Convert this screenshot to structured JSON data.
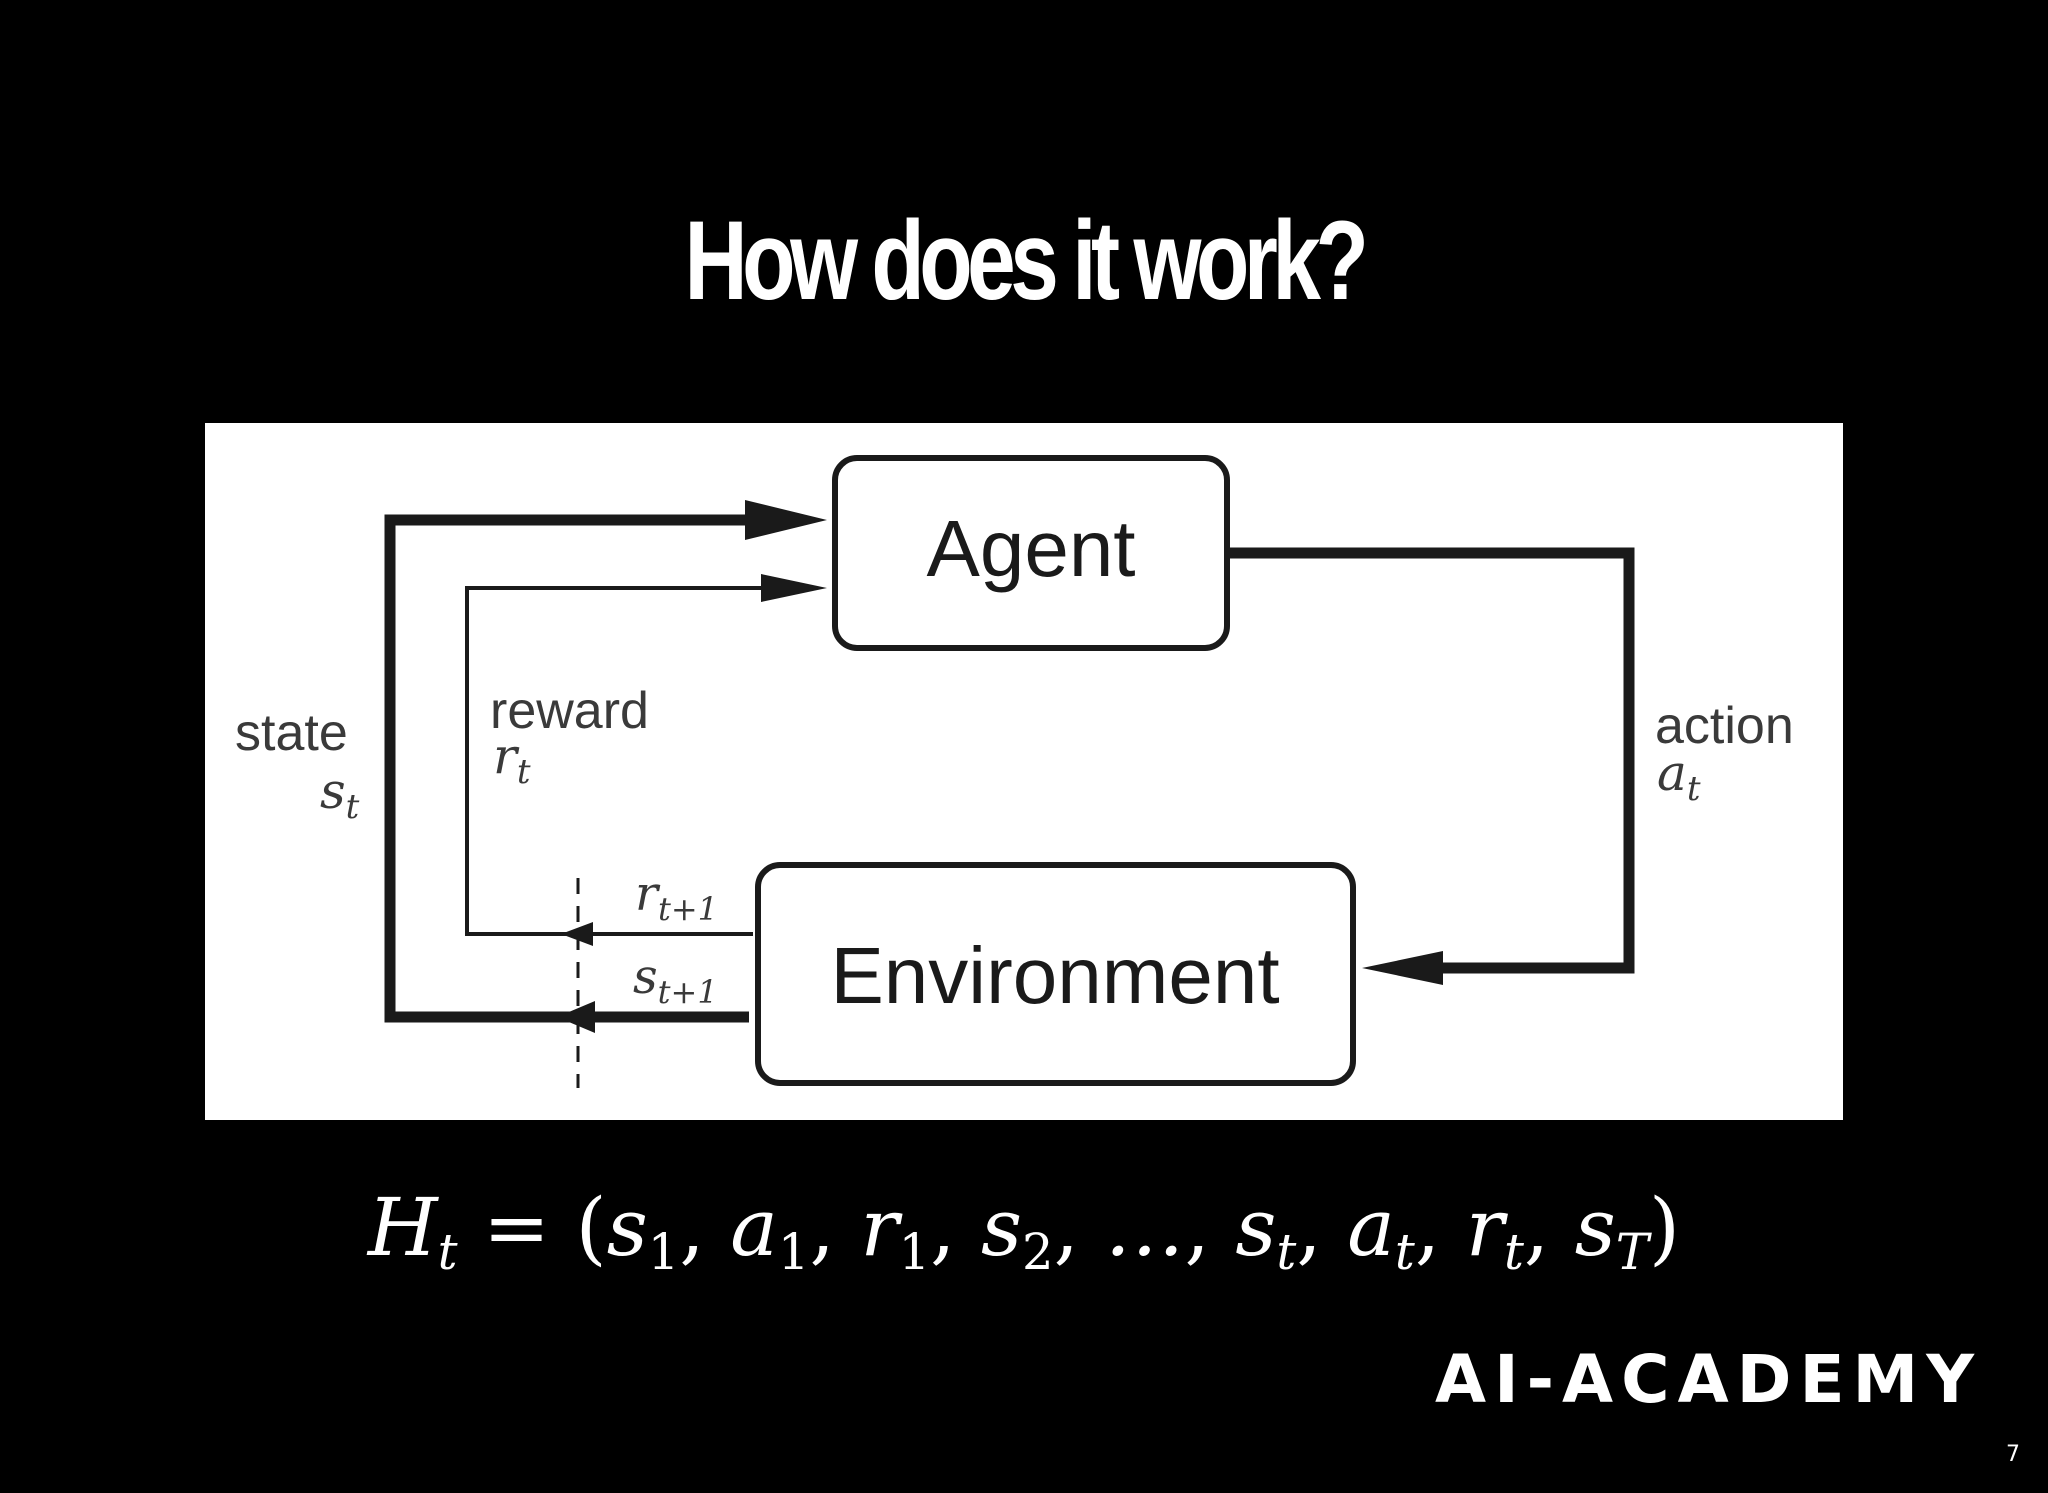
{
  "slide": {
    "title": "How does it work?",
    "page_number": "7",
    "logo_text": "AI-ACADEMY"
  },
  "diagram": {
    "nodes": {
      "agent": "Agent",
      "environment": "Environment"
    },
    "labels": {
      "state": "state",
      "state_symbol": "s",
      "state_sub": "t",
      "reward": "reward",
      "reward_symbol": "r",
      "reward_sub": "t",
      "action": "action",
      "action_symbol": "a",
      "action_sub": "t",
      "next_reward_symbol": "r",
      "next_reward_sub": "t+1",
      "next_state_symbol": "s",
      "next_state_sub": "t+1"
    },
    "colors": {
      "background": "#ffffff",
      "stroke": "#1a1a1a",
      "label": "#3a3a3a"
    }
  },
  "formula": {
    "lhs": "H",
    "lhs_sub": "t",
    "equals": "=",
    "open": "(",
    "close": ")",
    "terms": [
      {
        "sym": "s",
        "sub": "1"
      },
      {
        "sym": "a",
        "sub": "1"
      },
      {
        "sym": "r",
        "sub": "1"
      },
      {
        "sym": "s",
        "sub": "2"
      },
      {
        "sym": "…",
        "sub": ""
      },
      {
        "sym": "s",
        "sub": "t"
      },
      {
        "sym": "a",
        "sub": "t"
      },
      {
        "sym": "r",
        "sub": "t"
      },
      {
        "sym": "s",
        "sub": "T"
      }
    ]
  }
}
